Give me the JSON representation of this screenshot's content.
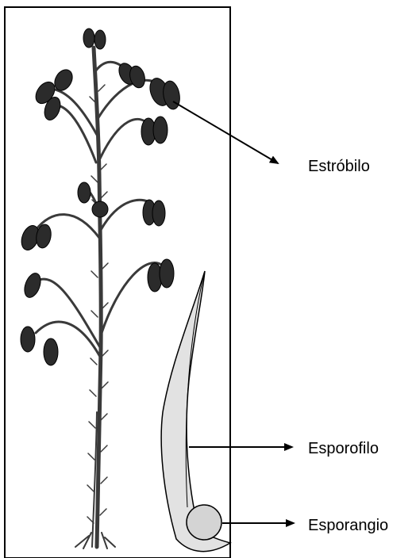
{
  "labels": {
    "estrobilo": "Estróbilo",
    "esporofilo": "Esporofilo",
    "esporangio": "Esporangio"
  },
  "colors": {
    "ink": "#000000",
    "background": "#ffffff",
    "cone_fill": "#2b2b2b",
    "stem": "#3a3a3a"
  }
}
